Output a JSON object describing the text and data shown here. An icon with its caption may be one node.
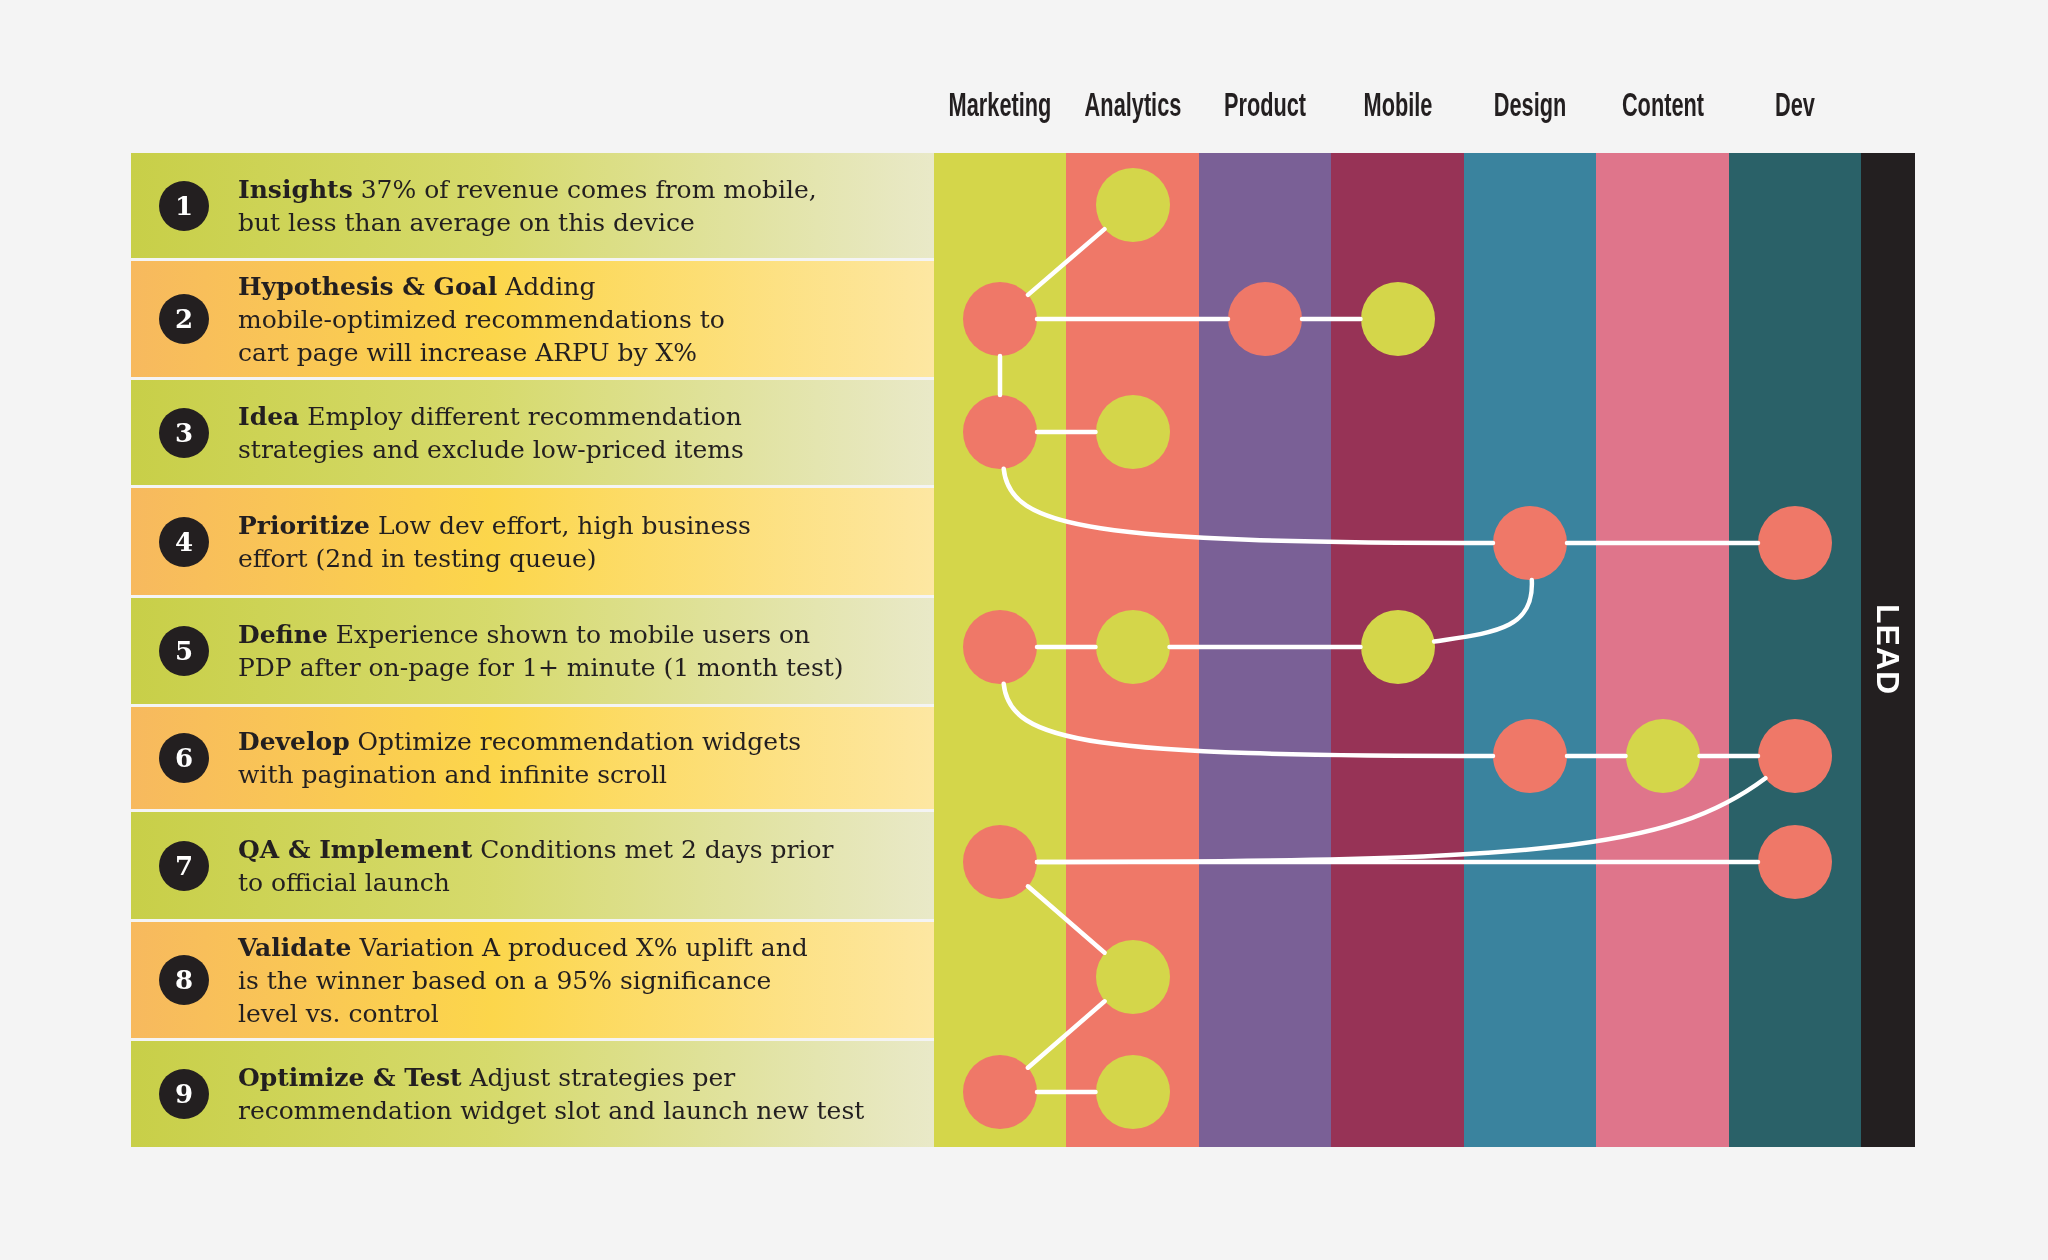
{
  "diagram": {
    "nodes": [
      {
        "text": [
          "Marketing"
        ]
      },
      {
        "text": [
          "Analytics"
        ]
      },
      {
        "text": [
          "Product"
        ]
      },
      {
        "text": [
          "Mobile"
        ]
      },
      {
        "text": [
          "Design"
        ]
      },
      {
        "text": [
          "Content"
        ]
      },
      {
        "text": [
          "Dev"
        ]
      },
      {
        "text": [
          "LEAD"
        ]
      },
      {
        "text": [
          "**Insights** 37% of revenue comes from mobile, but less than average on this device"
        ]
      },
      {
        "text": [
          "1"
        ],
        "in": 8
      },
      {
        "text": [
          "**Hypothesis & Goal** Adding mobile-optimized recommendations to cart page will increase ARPU by X%"
        ]
      },
      {
        "text": [
          "2"
        ],
        "in": 10
      },
      {
        "text": [
          "**Idea** Employ different recommendation strategies and exclude low-priced items"
        ]
      },
      {
        "text": [
          "3"
        ],
        "in": 12
      },
      {
        "text": [
          "**Prioritize** Low dev effort, high business effort (2nd in testing queue)"
        ]
      },
      {
        "text": [
          "4"
        ],
        "in": 14
      },
      {
        "text": [
          "**Define** Experience shown to mobile users on PDP after on-page for 1+ minute (1 month test)"
        ]
      },
      {
        "text": [
          "5"
        ],
        "in": 16
      },
      {
        "text": [
          "**Develop** Optimize recommendation widgets with pagination and infinite scroll"
        ]
      },
      {
        "text": [
          "6"
        ],
        "in": 18
      },
      {
        "text": [
          "**QA & Implement** Conditions met 2 days prior to official launch"
        ]
      },
      {
        "text": [
          "7"
        ],
        "in": 20
      },
      {
        "text": [
          "**Validate** Variation A produced X% uplift and is the winner based on a 95% significance level vs. control"
        ]
      },
      {
        "text": [
          "8"
        ],
        "in": 22
      },
      {
        "text": [
          "**Optimize & Test** Adjust strategies per recommendation widget slot and launch new test"
        ]
      },
      {
        "text": [
          "9"
        ],
        "in": 24
      },
      {
        "text": [],
        "shape": "circle",
        "in": 1
      },
      {
        "text": [],
        "shape": "circle",
        "in": 0
      },
      {
        "text": [],
        "shape": "circle",
        "in": 2
      },
      {
        "text": [],
        "shape": "circle",
        "in": 3
      },
      {
        "text": [],
        "shape": "circle",
        "in": 0
      },
      {
        "text": [],
        "shape": "circle",
        "in": 1
      },
      {
        "text": [],
        "shape": "circle",
        "in": 4
      },
      {
        "text": [],
        "shape": "circle",
        "in": 6
      },
      {
        "text": [],
        "shape": "circle",
        "in": 0
      },
      {
        "text": [],
        "shape": "circle",
        "in": 1
      },
      {
        "text": [],
        "shape": "circle",
        "in": 3
      },
      {
        "text": [],
        "shape": "circle",
        "in": 4
      },
      {
        "text": [],
        "shape": "circle",
        "in": 5
      },
      {
        "text": [],
        "shape": "circle",
        "in": 6
      },
      {
        "text": [],
        "shape": "circle",
        "in": 0
      },
      {
        "text": [],
        "shape": "circle",
        "in": 6
      },
      {
        "text": [],
        "shape": "circle",
        "in": 1
      },
      {
        "text": [],
        "shape": "circle",
        "in": 0
      },
      {
        "text": [],
        "shape": "circle",
        "in": 1
      }
    ],
    "edges": [
      {
        "from": 26,
        "to": 27,
        "arrow": "none"
      },
      {
        "from": 27,
        "to": 28,
        "arrow": "none"
      },
      {
        "from": 28,
        "to": 29,
        "arrow": "none"
      },
      {
        "from": 27,
        "to": 30,
        "arrow": "none"
      },
      {
        "from": 30,
        "to": 31,
        "arrow": "none"
      },
      {
        "from": 30,
        "to": 32,
        "arrow": "none"
      },
      {
        "from": 32,
        "to": 33,
        "arrow": "none"
      },
      {
        "from": 32,
        "to": 36,
        "arrow": "none"
      },
      {
        "from": 34,
        "to": 35,
        "arrow": "none"
      },
      {
        "from": 35,
        "to": 36,
        "arrow": "none"
      },
      {
        "from": 34,
        "to": 37,
        "arrow": "none"
      },
      {
        "from": 37,
        "to": 38,
        "arrow": "none"
      },
      {
        "from": 38,
        "to": 39,
        "arrow": "none"
      },
      {
        "from": 39,
        "to": 40,
        "arrow": "none"
      },
      {
        "from": 40,
        "to": 41,
        "arrow": "none"
      },
      {
        "from": 40,
        "to": 42,
        "arrow": "none"
      },
      {
        "from": 42,
        "to": 43,
        "arrow": "none"
      },
      {
        "from": 43,
        "to": 44,
        "arrow": "none"
      }
    ]
  }
}
